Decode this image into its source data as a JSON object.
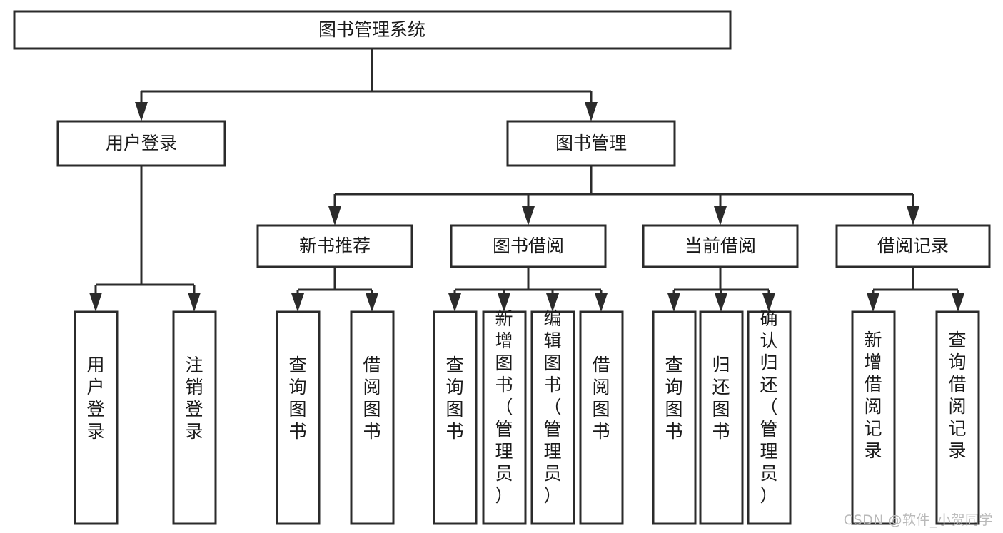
{
  "diagram": {
    "title": "图书管理系统",
    "watermark": "CSDN @软件_小贺同学",
    "type": "tree",
    "orientation": "top-down",
    "background_color": "#ffffff",
    "line_color": "#2b2b2b",
    "text_color": "#1a1a1a",
    "levels": 4,
    "root": {
      "id": "root",
      "label": "图书管理系统"
    },
    "level2": [
      {
        "id": "user-login",
        "label": "用户登录"
      },
      {
        "id": "book-manage",
        "label": "图书管理"
      }
    ],
    "level3": [
      {
        "id": "new-book-rec",
        "label": "新书推荐",
        "parent": "book-manage"
      },
      {
        "id": "book-borrow",
        "label": "图书借阅",
        "parent": "book-manage"
      },
      {
        "id": "current-borrow",
        "label": "当前借阅",
        "parent": "book-manage"
      },
      {
        "id": "borrow-record",
        "label": "借阅记录",
        "parent": "book-manage"
      }
    ],
    "leaves": {
      "user_login": [
        {
          "id": "leaf-user-login",
          "label": "用户登录"
        },
        {
          "id": "leaf-logout-login",
          "label": "注销登录"
        }
      ],
      "new_book_rec": [
        {
          "id": "leaf-query-book-1",
          "label": "查询图书"
        },
        {
          "id": "leaf-borrow-book-1",
          "label": "借阅图书"
        }
      ],
      "book_borrow": [
        {
          "id": "leaf-query-book-2",
          "label": "查询图书"
        },
        {
          "id": "leaf-add-book",
          "label": "新增图书（管理员）"
        },
        {
          "id": "leaf-edit-book",
          "label": "编辑图书（管理员）"
        },
        {
          "id": "leaf-borrow-book-2",
          "label": "借阅图书"
        }
      ],
      "current_borrow": [
        {
          "id": "leaf-query-book-3",
          "label": "查询图书"
        },
        {
          "id": "leaf-return-book",
          "label": "归还图书"
        },
        {
          "id": "leaf-confirm-return",
          "label": "确认归还（管理员）"
        }
      ],
      "borrow_record": [
        {
          "id": "leaf-add-record",
          "label": "新增借阅记录"
        },
        {
          "id": "leaf-query-record",
          "label": "查询借阅记录"
        }
      ]
    }
  }
}
